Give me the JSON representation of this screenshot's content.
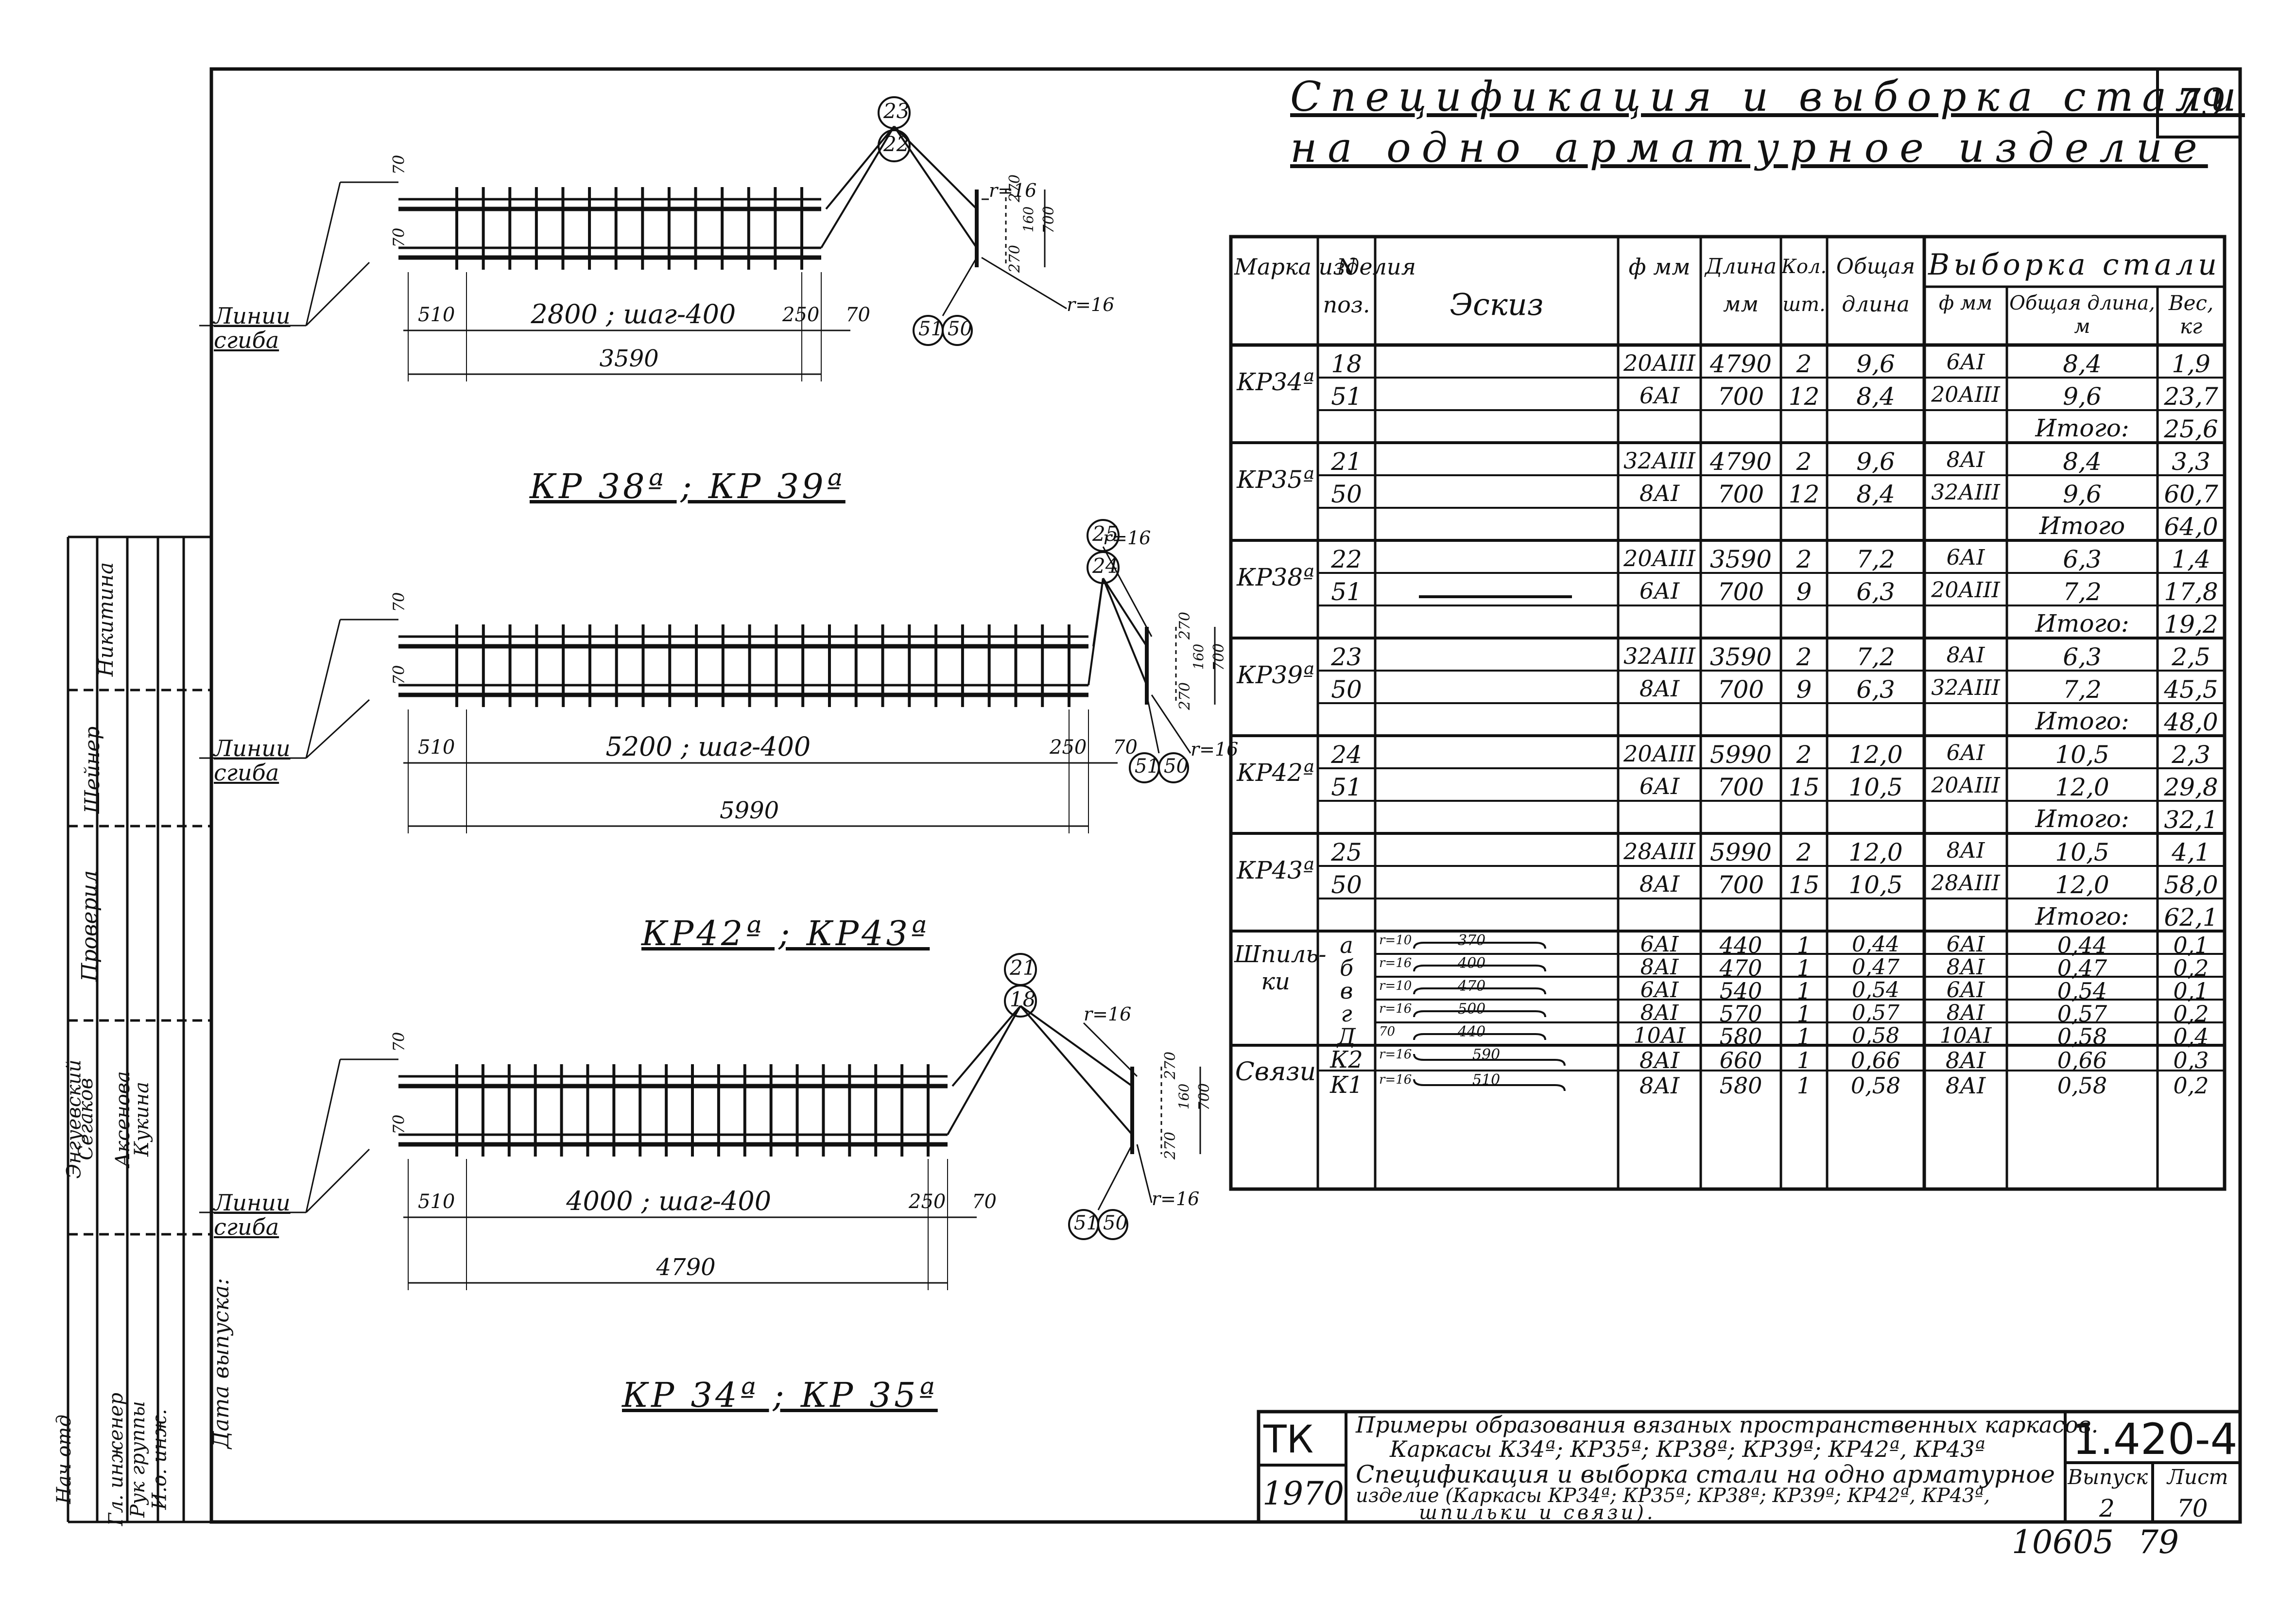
{
  "sheet_number_top": "79",
  "title": {
    "line1": "Спецификация и выборка стали",
    "line2": "на одно арматурное изделие"
  },
  "drawings": [
    {
      "caption": "КР 38ª ; КР 39ª",
      "dim_left": "510",
      "dim_mid": "2800 ; шаг-400",
      "dim_right": "250",
      "dim_end": "70",
      "dim_total": "3590",
      "bend_label": "Линии сгиба",
      "pos_top": [
        "23",
        "22"
      ],
      "pos_bottom": [
        "51",
        "50"
      ],
      "r_top": "r=16",
      "r_bottom": "r=16",
      "dim_small": [
        "70",
        "70",
        "270",
        "270",
        "160",
        "700"
      ]
    },
    {
      "caption": "КР42ª ; КР43ª",
      "dim_left": "510",
      "dim_mid": "5200 ; шаг-400",
      "dim_right": "250",
      "dim_end": "70",
      "dim_total": "5990",
      "bend_label": "Линии сгиба",
      "pos_top": [
        "25",
        "24"
      ],
      "pos_bottom": [
        "51",
        "50"
      ],
      "r_top": "r=16",
      "r_bottom": "r=16",
      "dim_small": [
        "70",
        "70",
        "270",
        "270",
        "160",
        "700"
      ]
    },
    {
      "caption": "КР 34ª ; КР 35ª",
      "dim_left": "510",
      "dim_mid": "4000 ; шаг-400",
      "dim_right": "250",
      "dim_end": "70",
      "dim_total": "4790",
      "bend_label": "Линии сгиба",
      "pos_top": [
        "21",
        "18"
      ],
      "pos_bottom": [
        "51",
        "50"
      ],
      "r_top": "r=16",
      "r_bottom": "r=16",
      "dim_small": [
        "70",
        "70",
        "270",
        "270",
        "160",
        "700"
      ]
    }
  ],
  "table": {
    "headers": {
      "mark": "Марка изделия",
      "pos": "N поз.",
      "sketch": "Эскиз",
      "dia": "ф мм",
      "len": "Длина мм",
      "qty": "Кол. шт.",
      "total": "Общая длина",
      "sel": "Выборка стали",
      "sel_dia": "ф мм",
      "sel_len": "Общая длина, м",
      "sel_wt": "Вес, кг"
    },
    "groups": [
      {
        "mark": "КР34ª",
        "rows": [
          [
            "18",
            "20АIII",
            "4790",
            "2",
            "9,6",
            "6АI",
            "8,4",
            "1,9"
          ],
          [
            "51",
            "6АI",
            "700",
            "12",
            "8,4",
            "20АIII",
            "9,6",
            "23,7"
          ]
        ],
        "total_label": "Итого:",
        "total": "25,6"
      },
      {
        "mark": "КР35ª",
        "rows": [
          [
            "21",
            "32АIII",
            "4790",
            "2",
            "9,6",
            "8АI",
            "8,4",
            "3,3"
          ],
          [
            "50",
            "8АI",
            "700",
            "12",
            "8,4",
            "32АIII",
            "9,6",
            "60,7"
          ]
        ],
        "total_label": "Итого",
        "total": "64,0"
      },
      {
        "mark": "КР38ª",
        "rows": [
          [
            "22",
            "20АIII",
            "3590",
            "2",
            "7,2",
            "6АI",
            "6,3",
            "1,4"
          ],
          [
            "51",
            "6АI",
            "700",
            "9",
            "6,3",
            "20АIII",
            "7,2",
            "17,8"
          ]
        ],
        "total_label": "Итого:",
        "total": "19,2"
      },
      {
        "mark": "КР39ª",
        "rows": [
          [
            "23",
            "32АIII",
            "3590",
            "2",
            "7,2",
            "8АI",
            "6,3",
            "2,5"
          ],
          [
            "50",
            "8АI",
            "700",
            "9",
            "6,3",
            "32АIII",
            "7,2",
            "45,5"
          ]
        ],
        "total_label": "Итого:",
        "total": "48,0"
      },
      {
        "mark": "КР42ª",
        "rows": [
          [
            "24",
            "20АIII",
            "5990",
            "2",
            "12,0",
            "6АI",
            "10,5",
            "2,3"
          ],
          [
            "51",
            "6АI",
            "700",
            "15",
            "10,5",
            "20АIII",
            "12,0",
            "29,8"
          ]
        ],
        "total_label": "Итого:",
        "total": "32,1"
      },
      {
        "mark": "КР43ª",
        "rows": [
          [
            "25",
            "28АIII",
            "5990",
            "2",
            "12,0",
            "8АI",
            "10,5",
            "4,1"
          ],
          [
            "50",
            "8АI",
            "700",
            "15",
            "10,5",
            "28АIII",
            "12,0",
            "58,0"
          ]
        ],
        "total_label": "Итого:",
        "total": "62,1"
      }
    ],
    "pins": {
      "mark": "Шпиль-ки",
      "rows": [
        [
          "а",
          "r=10",
          "370",
          "6АI",
          "440",
          "1",
          "0,44",
          "6АI",
          "0,44",
          "0,1"
        ],
        [
          "б",
          "r=16",
          "400",
          "8АI",
          "470",
          "1",
          "0,47",
          "8АI",
          "0,47",
          "0,2"
        ],
        [
          "в",
          "r=10",
          "470",
          "6АI",
          "540",
          "1",
          "0,54",
          "6АI",
          "0,54",
          "0,1"
        ],
        [
          "г",
          "r=16",
          "500",
          "8АI",
          "570",
          "1",
          "0,57",
          "8АI",
          "0,57",
          "0,2"
        ],
        [
          "Д",
          "70",
          "440",
          "10АI",
          "580",
          "1",
          "0,58",
          "10АI",
          "0,58",
          "0,4"
        ]
      ]
    },
    "ties": {
      "mark": "Связи",
      "rows": [
        [
          "К2",
          "r=16",
          "590",
          "8АI",
          "660",
          "1",
          "0,66",
          "8АI",
          "0,66",
          "0,3"
        ],
        [
          "К1",
          "r=16",
          "510",
          "8АI",
          "580",
          "1",
          "0,58",
          "8АI",
          "0,58",
          "0,2"
        ]
      ]
    }
  },
  "stamp": {
    "org": "ТК",
    "year": "1970",
    "desc1": "Примеры образования вязаных пространственных каркасов.",
    "desc2": "Каркасы К34ª; КР35ª; КР38ª; КР39ª; КР42ª, КР43ª",
    "desc3": "Спецификация и выборка стали на одно арматурное",
    "desc4": "изделие (Каркасы КР34ª; КР35ª; КР38ª; КР39ª; КР42ª, КР43ª,",
    "desc5": "шпильки и связи).",
    "code": "1.420-4",
    "issue_label": "Выпуск",
    "issue": "2",
    "sheet_label": "Лист",
    "sheet": "70",
    "bottom_code": "10605",
    "bottom_num": "79"
  },
  "side_stamp": {
    "roles": [
      "Нач отд",
      "Гл. инженер",
      "Рук группы",
      "И.о. инж."
    ],
    "names": [
      "Энгуевский",
      "Сегаков",
      "Аксенова",
      "Кукина"
    ],
    "labels": [
      "Проверил",
      "Шейнер",
      "Никитина"
    ],
    "date_label": "Дата выпуска:"
  }
}
